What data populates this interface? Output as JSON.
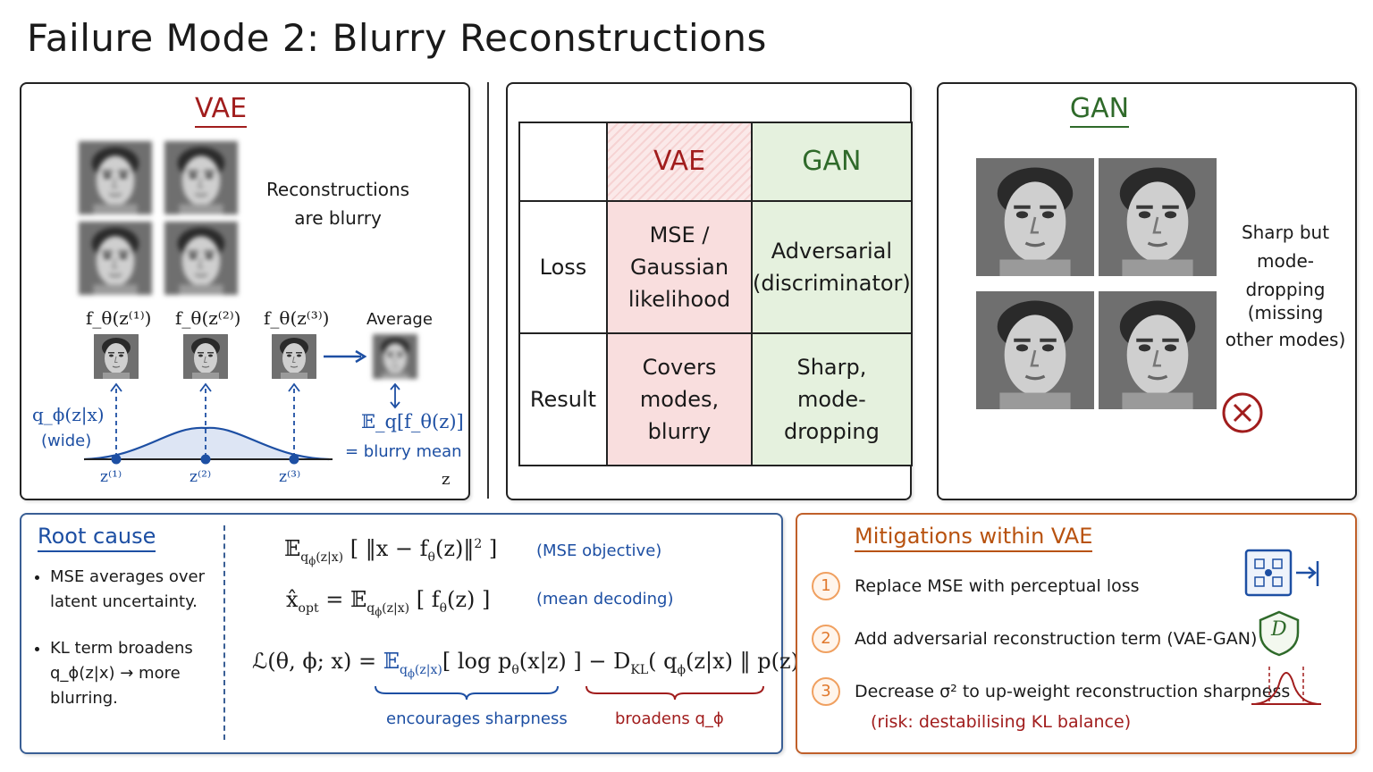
{
  "title": "Failure Mode 2: Blurry Reconstructions",
  "vae_panel": {
    "heading": "VAE",
    "caption_line1": "Reconstructions",
    "caption_line2": "are blurry",
    "samples": [
      "f_θ(z⁽¹⁾)",
      "f_θ(z⁽²⁾)",
      "f_θ(z⁽³⁾)"
    ],
    "average_label": "Average",
    "posterior_label": "q_ϕ(z|x)",
    "posterior_note": "(wide)",
    "expectation_label": "𝔼_q[f_θ(z)]",
    "expectation_note": "= blurry mean",
    "z_points": [
      "z⁽¹⁾",
      "z⁽²⁾",
      "z⁽³⁾"
    ],
    "axis_label": "z"
  },
  "comparison": {
    "col_headers": [
      "VAE",
      "GAN"
    ],
    "rows": [
      {
        "label": "Loss",
        "vae": [
          "MSE /",
          "Gaussian",
          "likelihood"
        ],
        "gan": [
          "Adversarial",
          "(discriminator)"
        ]
      },
      {
        "label": "Result",
        "vae": [
          "Covers",
          "modes,",
          "blurry"
        ],
        "gan": [
          "Sharp,",
          "mode-",
          "dropping"
        ]
      }
    ]
  },
  "gan_panel": {
    "heading": "GAN",
    "caption_line1": "Sharp but",
    "caption_line2": "mode-dropping",
    "note_line1": "(missing",
    "note_line2": "other modes)"
  },
  "root_cause": {
    "heading": "Root cause",
    "bullets": [
      [
        "MSE averages over",
        "latent uncertainty."
      ],
      [
        "KL term broadens",
        "q_ϕ(z|x) → more",
        "blurring."
      ]
    ],
    "eq1_note": "(MSE objective)",
    "eq2_note": "(mean decoding)",
    "brace_left": "encourages sharpness",
    "brace_right": "broadens q_ϕ"
  },
  "mitigations": {
    "heading": "Mitigations within VAE",
    "items": [
      {
        "num": "1",
        "text": "Replace MSE with perceptual loss"
      },
      {
        "num": "2",
        "text": "Add adversarial reconstruction term (VAE-GAN)"
      },
      {
        "num": "3",
        "text": "Decrease σ² to up-weight reconstruction sharpness"
      }
    ],
    "risk": "(risk: destabilising KL balance)",
    "badge_letter": "D"
  },
  "colors": {
    "vae_red": "#a11d1d",
    "gan_green": "#2f6a2a",
    "accent_blue": "#1d4fa3",
    "orange": "#b8520f"
  },
  "icons": [
    "right-arrow-icon",
    "x-circle-icon",
    "perceptual-grid-icon",
    "shield-icon",
    "bell-curve-icon"
  ]
}
